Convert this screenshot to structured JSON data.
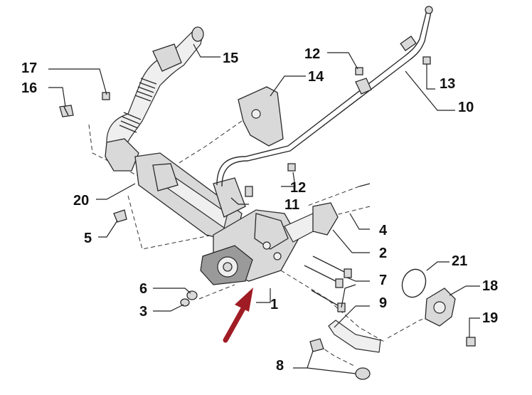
{
  "labels": {
    "l1": "1",
    "l2": "2",
    "l3": "3",
    "l4": "4",
    "l5": "5",
    "l6": "6",
    "l7": "7",
    "l8": "8",
    "l9": "9",
    "l10": "10",
    "l11": "11",
    "l12a": "12",
    "l12b": "12",
    "l13": "13",
    "l14": "14",
    "l15": "15",
    "l16": "16",
    "l17": "17",
    "l18": "18",
    "l19": "19",
    "l20": "20",
    "l21": "21"
  },
  "colors": {
    "arrow": "#a01c24",
    "ink": "#111111"
  },
  "icons": {
    "pointer": "arrow-icon"
  }
}
